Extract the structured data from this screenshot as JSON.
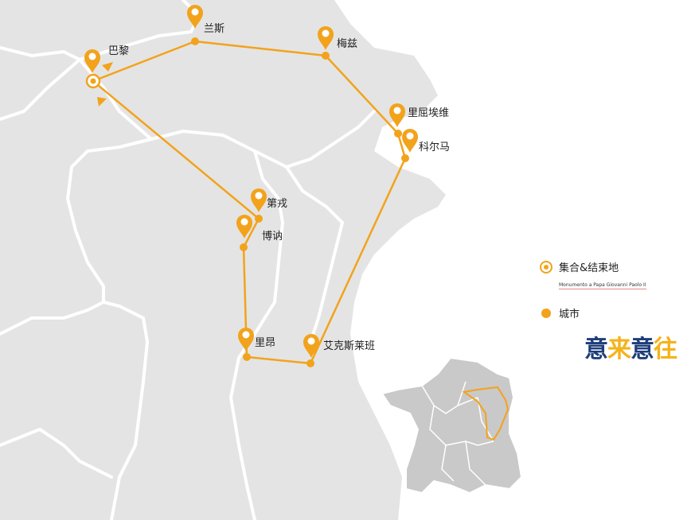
{
  "map": {
    "route_color": "#f2a31b",
    "land_color": "#e4e4e4",
    "sea_color": "#ffffff",
    "cities": [
      {
        "id": "paris",
        "name": "巴黎",
        "role": "meeting"
      },
      {
        "id": "reims",
        "name": "兰斯",
        "role": "city"
      },
      {
        "id": "metz",
        "name": "梅兹",
        "role": "city"
      },
      {
        "id": "riquewihr",
        "name": "里屈埃维",
        "role": "city"
      },
      {
        "id": "colmar",
        "name": "科尔马",
        "role": "city"
      },
      {
        "id": "dijon",
        "name": "第戎",
        "role": "city"
      },
      {
        "id": "beaune",
        "name": "博讷",
        "role": "city"
      },
      {
        "id": "lyon",
        "name": "里昂",
        "role": "city"
      },
      {
        "id": "aix",
        "name": "艾克斯莱班",
        "role": "city"
      }
    ]
  },
  "legend": {
    "meeting_label": "集合&结束地",
    "meeting_sub": "Monumento a Papa Giovanni Paolo II",
    "city_label": "城市"
  },
  "logo": {
    "part1": "意",
    "part2": "来",
    "part3": "意",
    "part4": "往"
  }
}
